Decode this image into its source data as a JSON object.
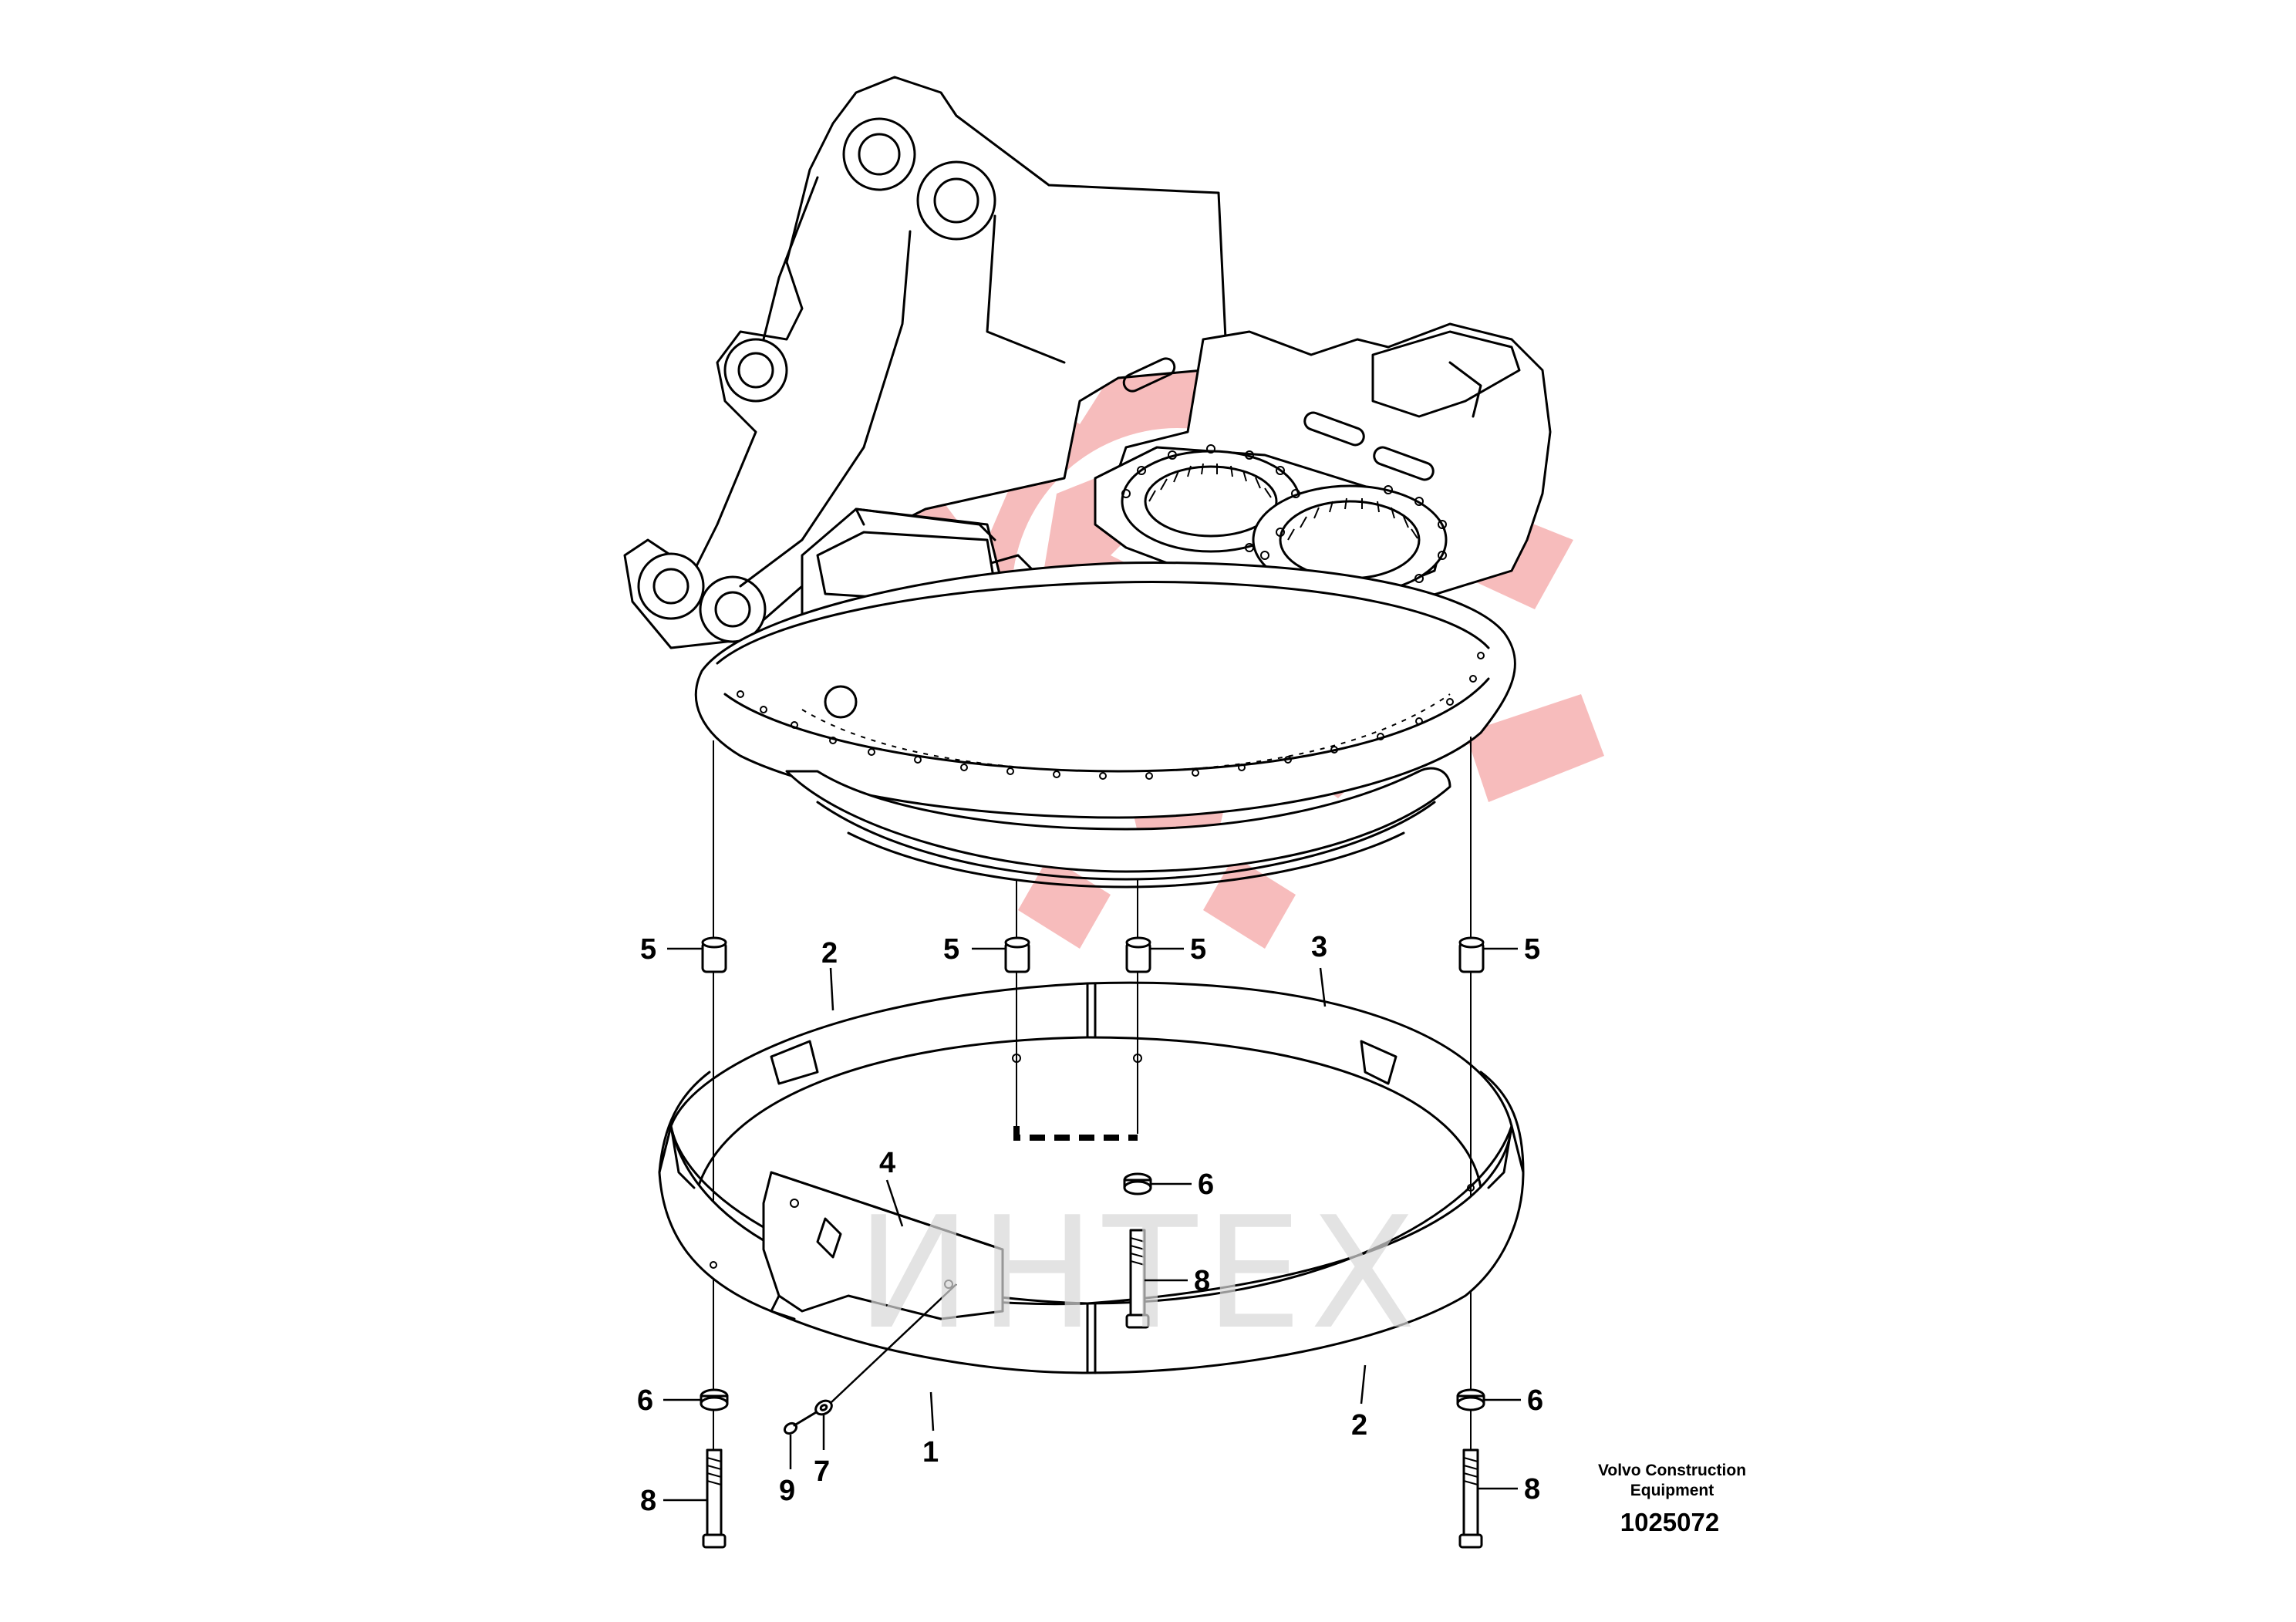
{
  "watermark": {
    "text": "ИНТЕХ",
    "gear_color": "#f4a6a6",
    "text_color": "#d8d8d8"
  },
  "caption": {
    "company_line1": "Volvo Construction",
    "company_line2": "Equipment",
    "drawing_number": "1025072"
  },
  "callouts": [
    {
      "id": "c-5-left",
      "label": "5"
    },
    {
      "id": "c-5-center-left",
      "label": "5"
    },
    {
      "id": "c-5-center-right",
      "label": "5"
    },
    {
      "id": "c-5-right",
      "label": "5"
    },
    {
      "id": "c-2-top",
      "label": "2"
    },
    {
      "id": "c-3",
      "label": "3"
    },
    {
      "id": "c-4",
      "label": "4"
    },
    {
      "id": "c-6-center",
      "label": "6"
    },
    {
      "id": "c-8-center",
      "label": "8"
    },
    {
      "id": "c-6-left",
      "label": "6"
    },
    {
      "id": "c-6-right",
      "label": "6"
    },
    {
      "id": "c-2-bottom",
      "label": "2"
    },
    {
      "id": "c-1",
      "label": "1"
    },
    {
      "id": "c-7",
      "label": "7"
    },
    {
      "id": "c-9",
      "label": "9"
    },
    {
      "id": "c-8-left",
      "label": "8"
    },
    {
      "id": "c-8-right",
      "label": "8"
    }
  ]
}
